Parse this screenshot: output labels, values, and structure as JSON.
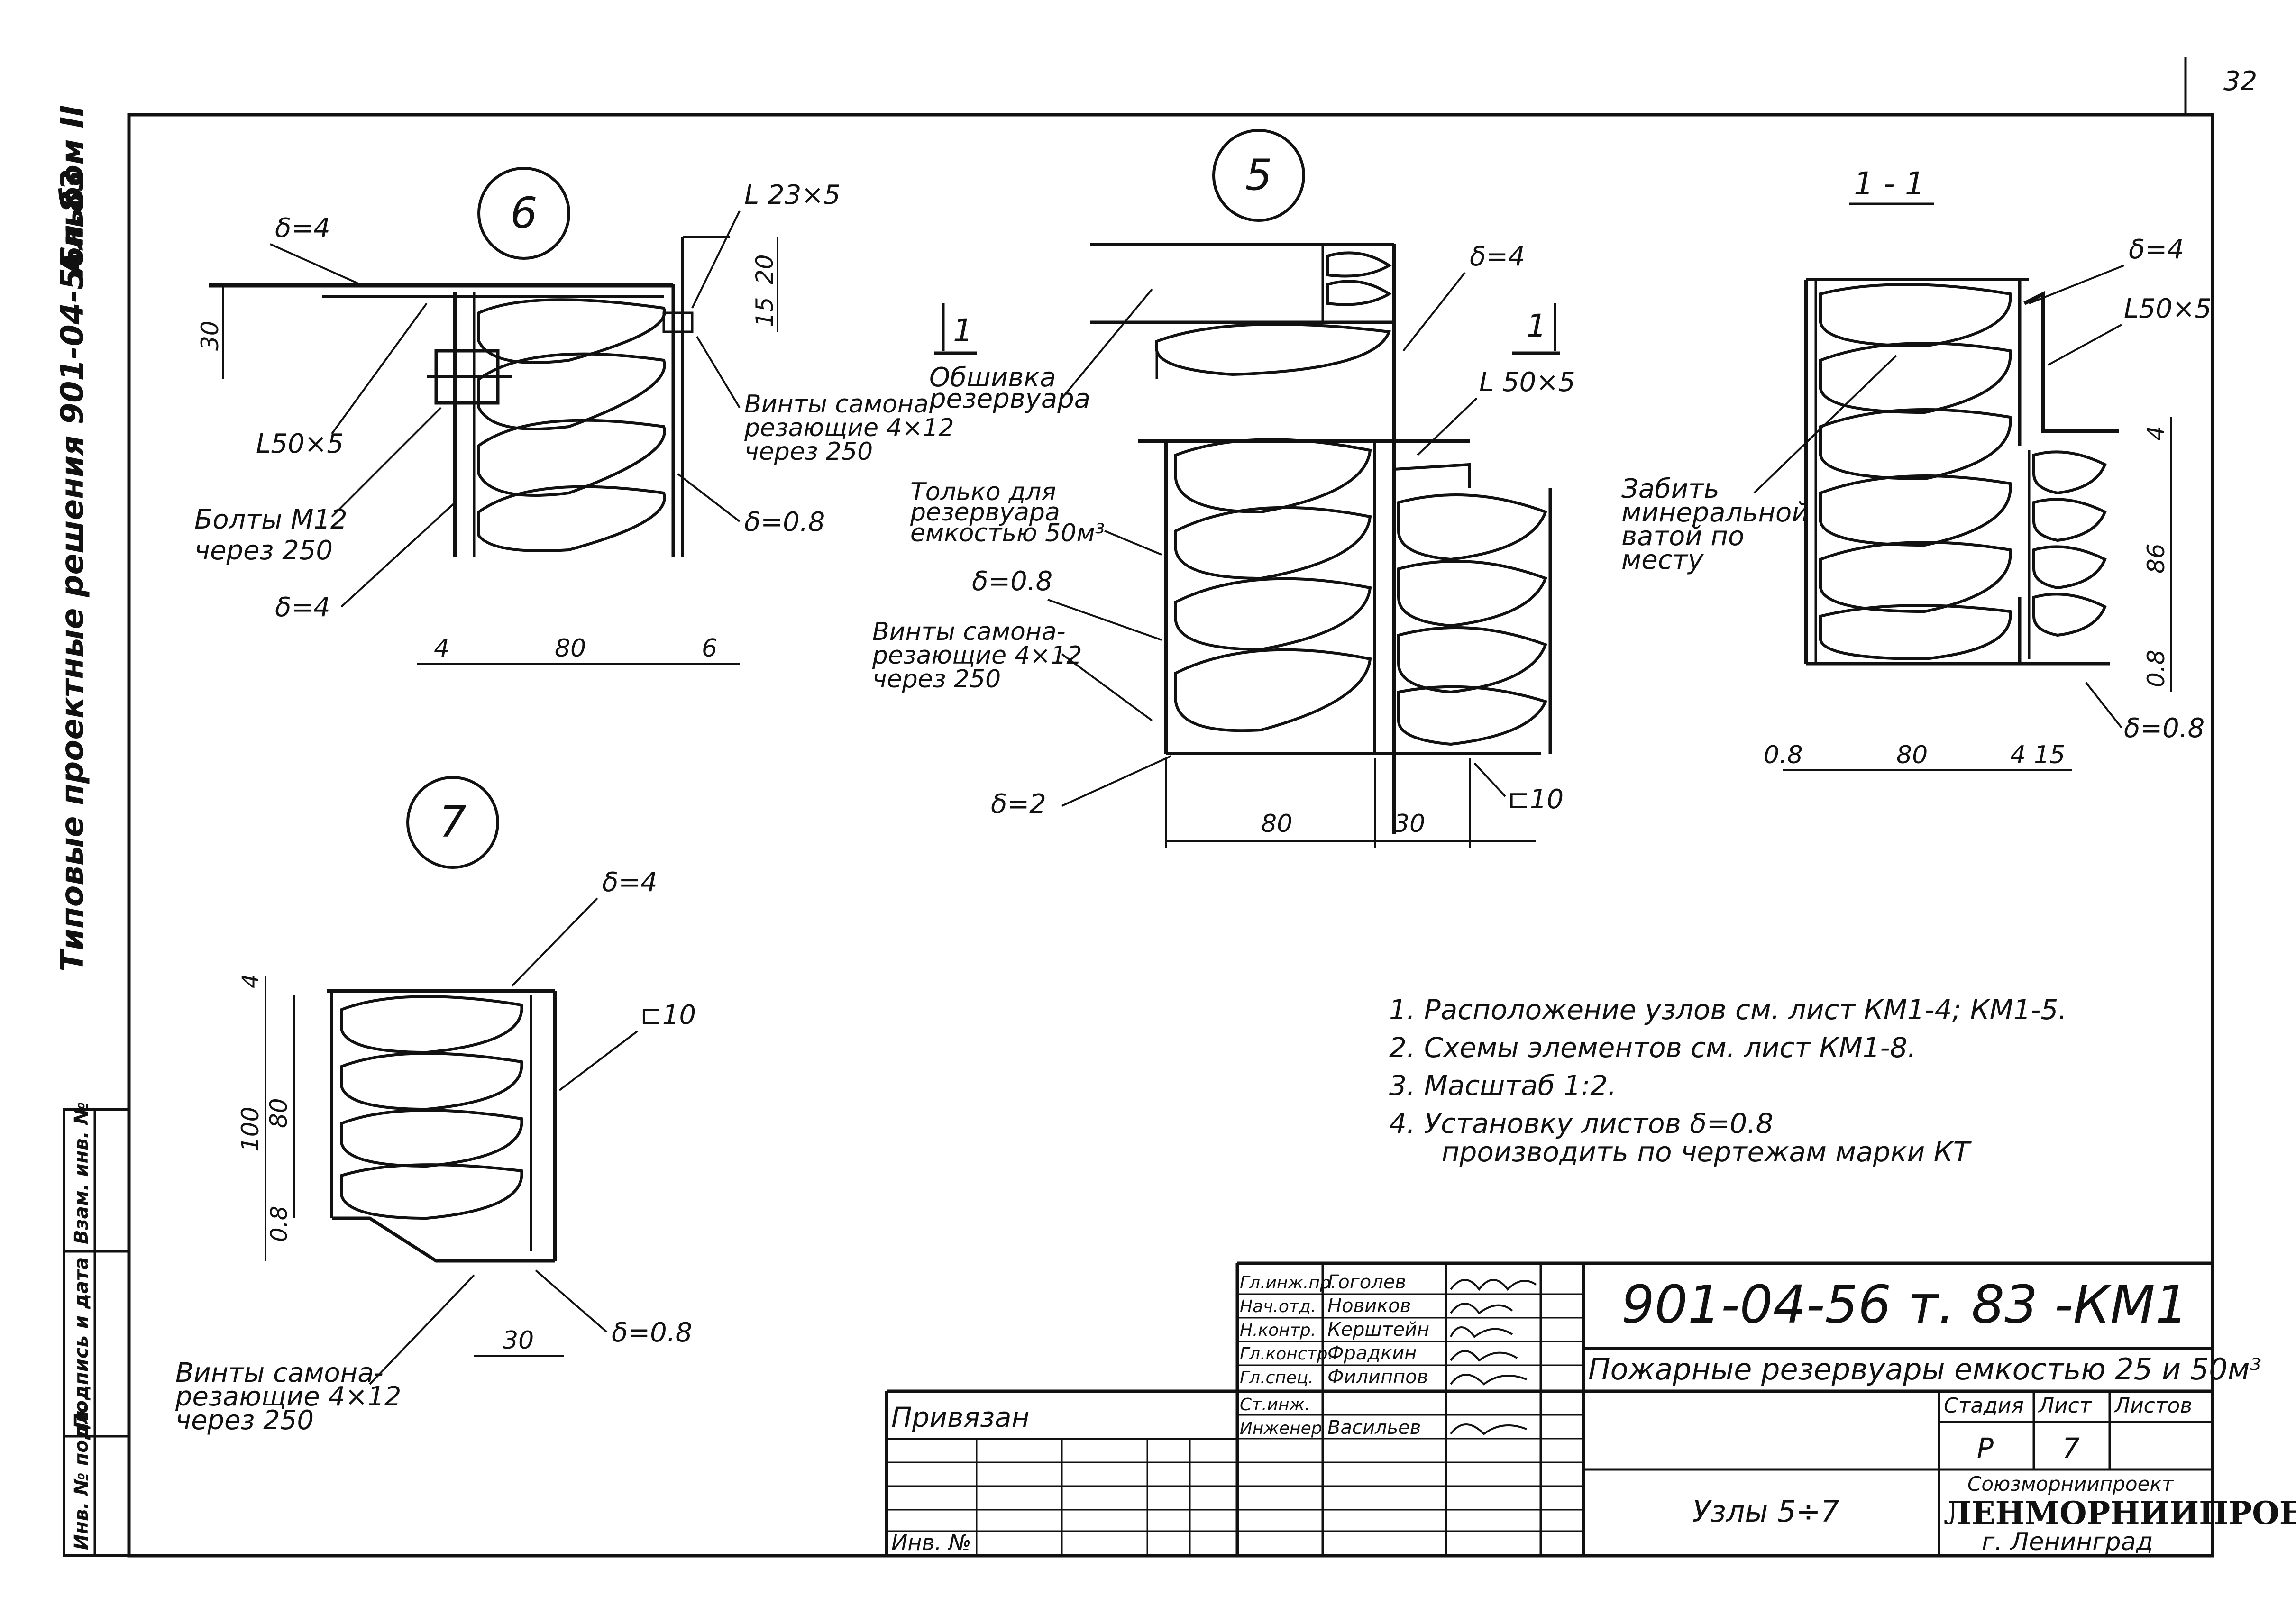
{
  "page_number": "32",
  "side_titles": {
    "album": "Альбом II",
    "series": "Типовые проектные решения 901-04-56н.83"
  },
  "left_strip": {
    "inv_podl": "Инв. № подл.",
    "podpis_data": "Подпись и дата",
    "vzam": "Взам. инв. №"
  },
  "node6": {
    "number": "6",
    "d4_top": "δ=4",
    "angle_small": "L 23×5",
    "dim_20": "20",
    "dim_15": "15",
    "dim_30": "30",
    "screws": [
      "Винты самона",
      "резающие 4×12",
      "через 250"
    ],
    "angle": "L50×5",
    "bolts": [
      "Болты М12",
      "через 250"
    ],
    "d08": "δ=0.8",
    "d4_bottom": "δ=4",
    "dim_4": "4",
    "dim_80": "80",
    "dim_6": "6"
  },
  "node5": {
    "number": "5",
    "section_left": "1",
    "section_right": "1",
    "d4": "δ=4",
    "lining": [
      "Обшивка",
      "резервуара"
    ],
    "angle": "L 50×5",
    "only_for": [
      "Только для",
      "резервуара",
      "емкостью 50м³"
    ],
    "d08": "δ=0.8",
    "screws": [
      "Винты самона-",
      "резающие 4×12",
      "через 250"
    ],
    "d2": "δ=2",
    "channel": "⊏10",
    "dim_80": "80",
    "dim_30": "30"
  },
  "section11": {
    "title": "1 - 1",
    "d4": "δ=4",
    "angle": "L50×5",
    "fill_note": [
      "Забить",
      "минеральной",
      "ватой по",
      "месту"
    ],
    "dim_4": "4",
    "dim_86": "86",
    "dim_08": "0.8",
    "d08": "δ=0.8",
    "dim_08_bottom": "0.8",
    "dim_80": "80",
    "dim_4b": "4",
    "dim_15": "15"
  },
  "node7": {
    "number": "7",
    "d4": "δ=4",
    "channel": "⊏10",
    "dim_4": "4",
    "dim_100": "100",
    "dim_80": "80",
    "dim_08": "0.8",
    "d08": "δ=0.8",
    "dim_30": "30",
    "screws": [
      "Винты самона-",
      "резающие 4×12",
      "через 250"
    ]
  },
  "notes": [
    "1.  Расположение узлов см. лист КМ1-4; КМ1-5.",
    "2.  Схемы элементов см. лист КМ1-8.",
    "3.  Масштаб 1:2.",
    "4.  Установку листов  δ=0.8",
    "      производить по чертежам марки КТ"
  ],
  "title_block": {
    "roles": [
      "Гл.инж.пр.",
      "Нач.отд.",
      "Н.контр.",
      "Гл.констр.",
      "Гл.спец.",
      "Ст.инж.",
      "Инженер"
    ],
    "names": [
      "Гоголев",
      "Новиков",
      "Керштейн",
      "Фрадкин",
      "Филиппов",
      "",
      "Васильев"
    ],
    "doc_code": "901-04-56 т. 83 -КМ1",
    "project": "Пожарные резервуары емкостью 25 и 50м³",
    "privyazan": "Привязан",
    "inv": "Инв. №",
    "sheet_name": "Узлы 5÷7",
    "stage_label": "Стадия",
    "sheet_label": "Лист",
    "sheets_label": "Листов",
    "stage": "Р",
    "sheet": "7",
    "org_small": "Союзморниипроект",
    "org": "ЛЕНМОРНИИПРОЕКТ",
    "city": "г. Ленинград"
  }
}
